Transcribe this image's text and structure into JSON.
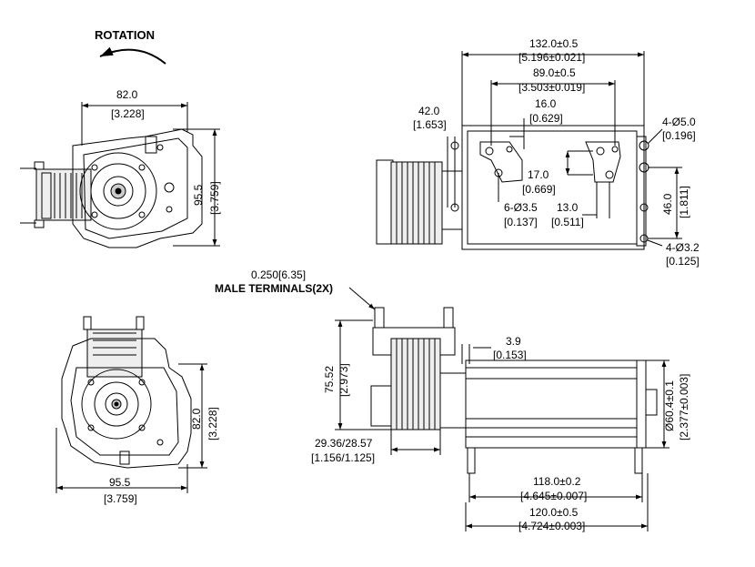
{
  "rotation_label": "ROTATION",
  "terminals": {
    "size": "0.250[6.35]",
    "label": "MALE TERMINALS(2X)"
  },
  "side_view_top": {
    "width_mm": "82.0",
    "width_in": "[3.228]",
    "height_mm": "95.5",
    "height_in": "[3.759]"
  },
  "side_view_bottom": {
    "width_mm": "95.5",
    "width_in": "[3.759]",
    "height_mm": "82.0",
    "height_in": "[3.228]"
  },
  "top_view": {
    "overall_mm": "132.0±0.5",
    "overall_in": "[5.196±0.021]",
    "hole_span_mm": "89.0±0.5",
    "hole_span_in": "[3.503±0.019]",
    "motor_mm": "42.0",
    "motor_in": "[1.653]",
    "slot_w_mm": "16.0",
    "slot_w_in": "[0.629]",
    "slot_h_mm": "17.0",
    "slot_h_in": "[0.669]",
    "holes6_mm": "6-Ø3.5",
    "holes6_in": "[0.137]",
    "slot_off_mm": "13.0",
    "slot_off_in": "[0.511]",
    "holes4a_mm": "4-Ø5.0",
    "holes4a_in": "[0.196]",
    "vert_mm": "46.0",
    "vert_in": "[1.811]",
    "holes4b_mm": "4-Ø3.2",
    "holes4b_in": "[0.125]"
  },
  "front_view": {
    "height_mm": "75.52",
    "height_in": "[2.973]",
    "gap_mm": "3.9",
    "gap_in": "[0.153]",
    "motor_mm": "29.36/28.57",
    "motor_in": "[1.156/1.125]",
    "diam_mm": "Ø60.4±0.1",
    "diam_in": "[2.377±0.003]",
    "inner_mm": "118.0±0.2",
    "inner_in": "[4.645±0.007]",
    "overall_mm": "120.0±0.5",
    "overall_in": "[4.724±0.003]"
  }
}
